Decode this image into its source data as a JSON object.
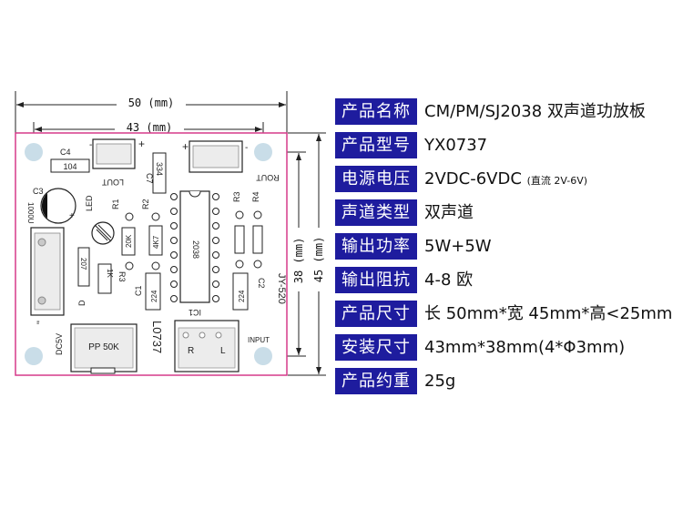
{
  "board": {
    "dimensions": {
      "outer_width": "50 (mm)",
      "hole_width": "43 (mm)",
      "hole_height": "38 (mm)",
      "outer_height": "45 (mm)"
    },
    "silkscreen": {
      "c4": "C4",
      "c4_value": "104",
      "lout": "LOUT",
      "rout": "ROUT",
      "c7": "C7",
      "c7_value": "334",
      "c3": "C3",
      "c3_value": "1000U",
      "led": "LED",
      "r1": "R1",
      "r1_value": "20K",
      "r2": "R2",
      "r2_value": "4K7",
      "r3_top": "R3",
      "r4": "R4",
      "ic_label": "2038",
      "r3": "R3",
      "r3_value": "1K",
      "r5_value": "207",
      "d": "D",
      "c1": "C1",
      "c1_value": "224",
      "c2": "C2",
      "c2_value": "224",
      "ic1": "IC1",
      "board_name": "JY-520",
      "minus": "-",
      "plus": "+",
      "dc5v": "DC5V",
      "pp": "PP 50K",
      "model": "L0737",
      "r": "R",
      "l": "L",
      "input": "INPUT"
    }
  },
  "specs": [
    {
      "label": "产品名称",
      "value": "CM/PM/SJ2038 双声道功放板",
      "note": ""
    },
    {
      "label": "产品型号",
      "value": "YX0737",
      "note": ""
    },
    {
      "label": "电源电压",
      "value": "2VDC-6VDC",
      "note": "(直流 2V-6V)"
    },
    {
      "label": "声道类型",
      "value": "双声道",
      "note": ""
    },
    {
      "label": "输出功率",
      "value": "5W+5W",
      "note": ""
    },
    {
      "label": "输出阻抗",
      "value": "4-8 欧",
      "note": ""
    },
    {
      "label": "产品尺寸",
      "value": "长 50mm*宽 45mm*高<25mm",
      "note": ""
    },
    {
      "label": "安装尺寸",
      "value": "43mm*38mm(4*Φ3mm)",
      "note": ""
    },
    {
      "label": "产品约重",
      "value": "25g",
      "note": ""
    }
  ],
  "colors": {
    "label_bg": "#1e1c9e",
    "board_outline": "#d63a8a",
    "mount_hole": "#c9dde8"
  }
}
